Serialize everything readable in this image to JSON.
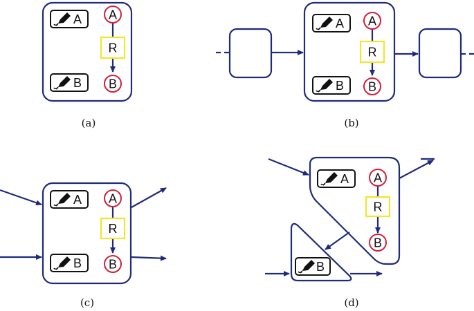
{
  "diagram": {
    "node_labels": {
      "a": "A",
      "b": "B",
      "r": "R",
      "pen_a": "A",
      "pen_b": "B"
    },
    "captions": [
      "(a)",
      "(b)",
      "(c)",
      "(d)"
    ],
    "colors": {
      "frame": "#1f2a7a",
      "circle": "#d21f3c",
      "relation": "#f2e52a",
      "pen_box": "#111111"
    },
    "icon": "pen-icon"
  }
}
